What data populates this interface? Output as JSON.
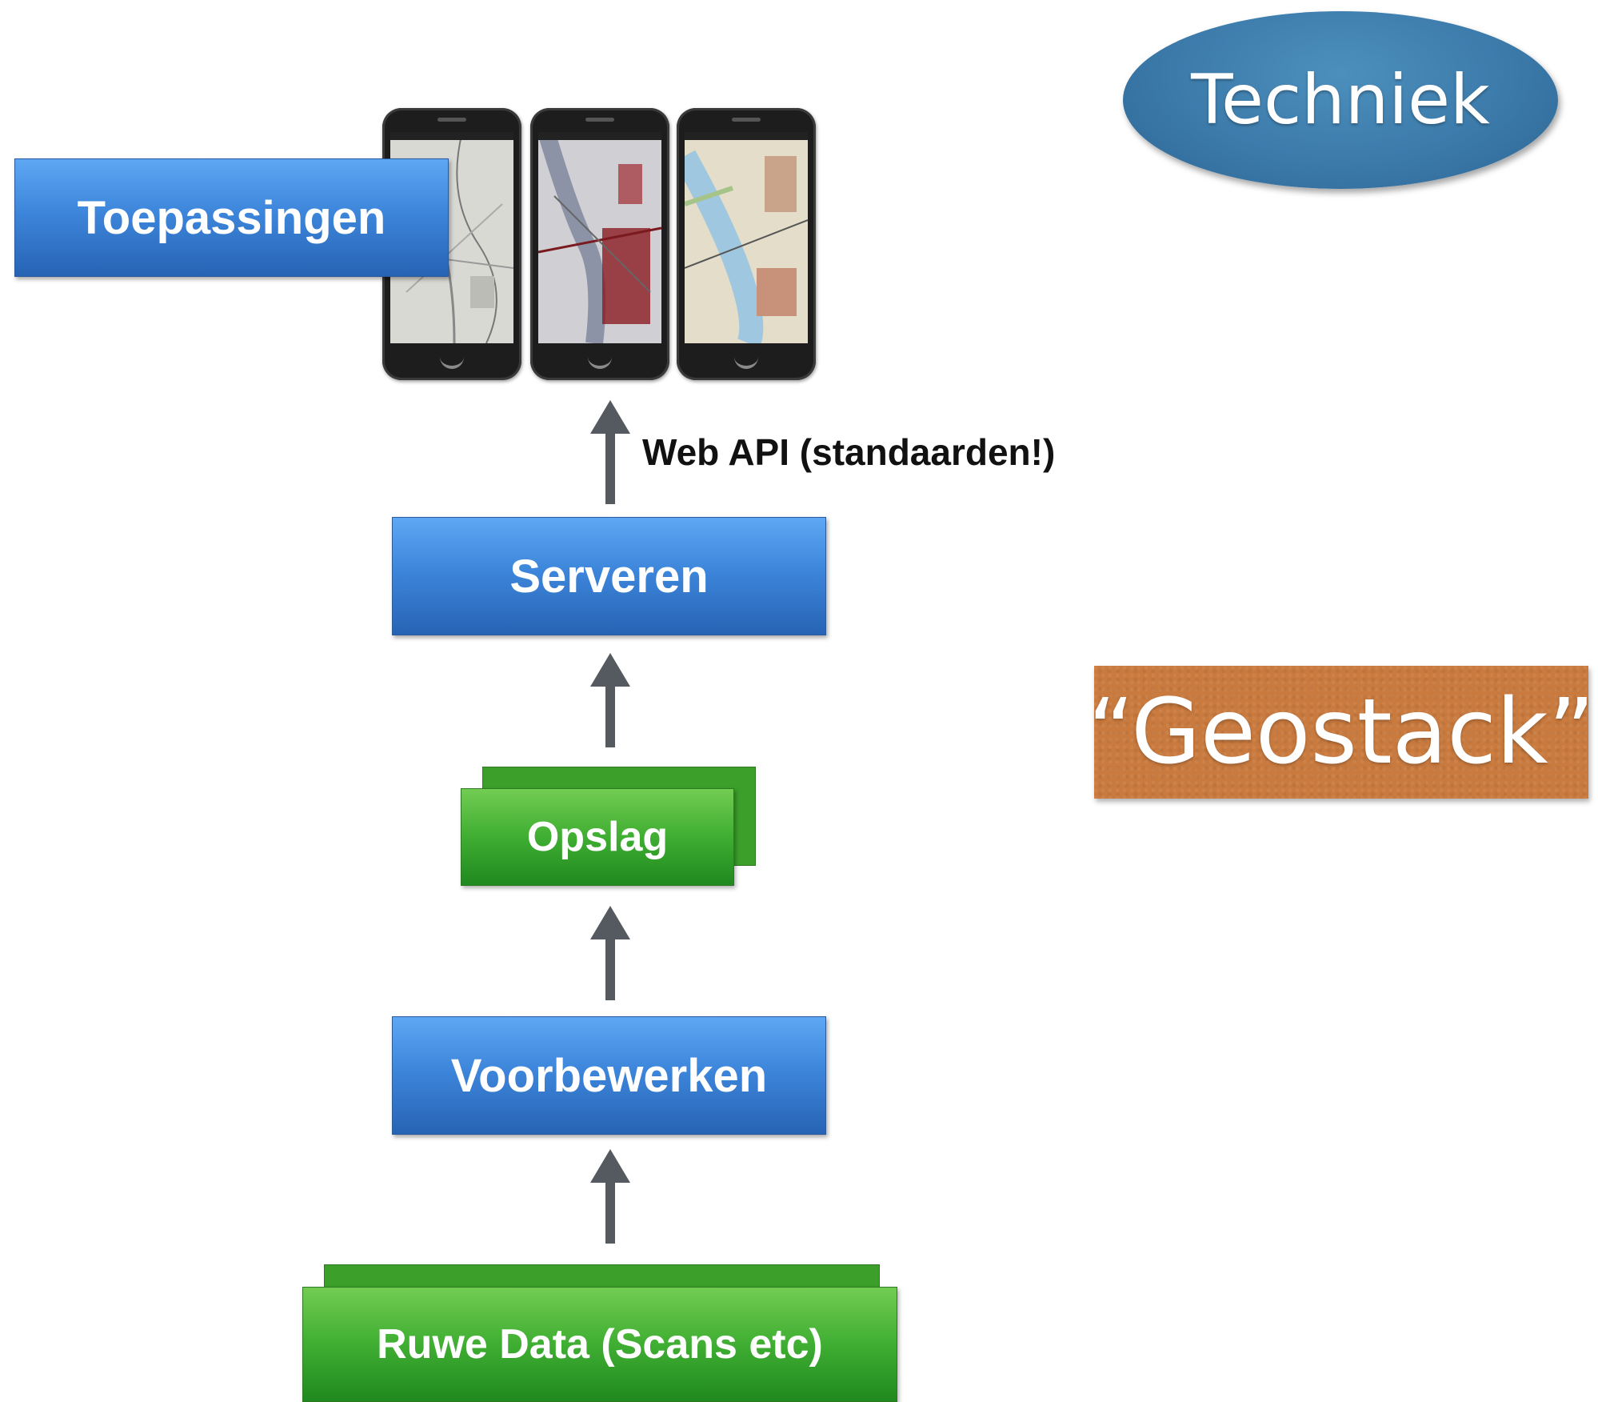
{
  "boxes": {
    "toepassingen": "Toepassingen",
    "serveren": "Serveren",
    "opslag": "Opslag",
    "voorbewerken": "Voorbewerken",
    "ruwe_data": "Ruwe Data (Scans etc)"
  },
  "arrow_label": "Web API (standaarden!)",
  "badge": "Techniek",
  "geostack": "“Geostack”",
  "colors": {
    "blue_box": "#3d86db",
    "green_box": "#3fae32",
    "arrow": "#555a60",
    "ellipse": "#3a78a8",
    "geostack": "#c97a3e"
  },
  "icons": [
    "arrow-up-icon",
    "phone-map-icon"
  ]
}
